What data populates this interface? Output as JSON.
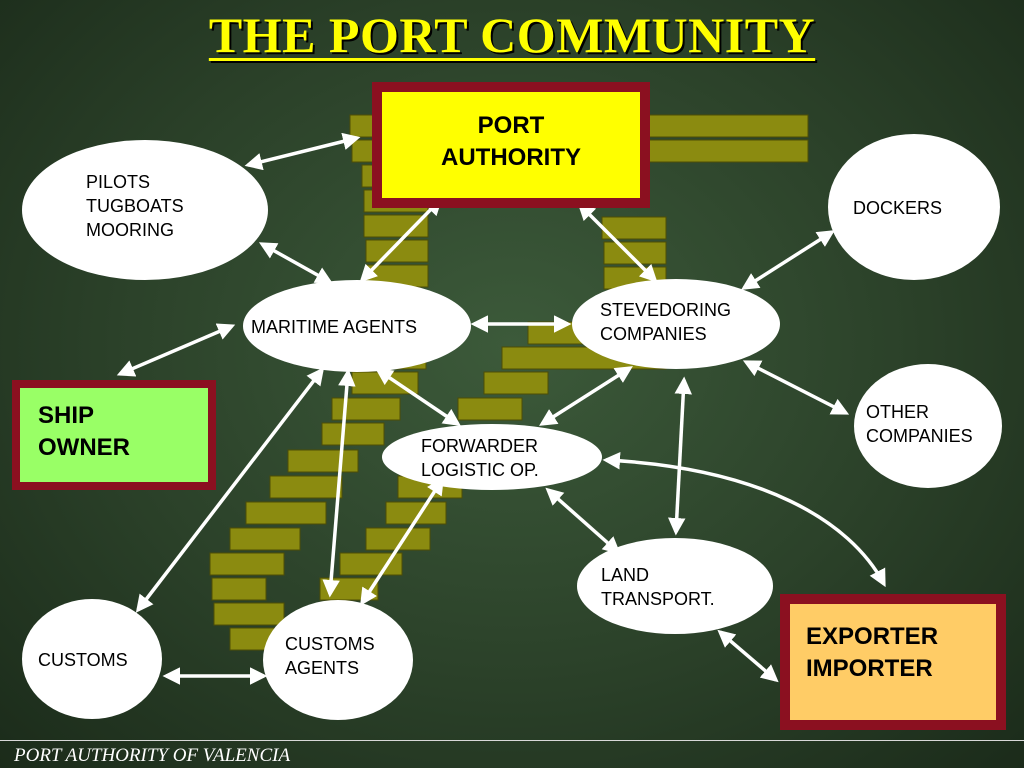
{
  "title": "THE PORT COMMUNITY",
  "footer": "PORT AUTHORITY OF VALENCIA",
  "colors": {
    "background": "#2b4129",
    "title": "#ffff00",
    "arrow": "#ffffff",
    "box_border": "#8b1020",
    "port_authority_fill": "#ffff00",
    "ship_owner_fill": "#99ff66",
    "exporter_fill": "#ffcc66",
    "steps_fill": "#8b8b10",
    "ellipse_fill": "#ffffff"
  },
  "boxes": {
    "port_authority": "PORT\nAUTHORITY",
    "ship_owner": "SHIP\nOWNER",
    "exporter_importer": "EXPORTER\nIMPORTER"
  },
  "nodes": {
    "pilots": "PILOTS\nTUGBOATS\nMOORING",
    "dockers": "DOCKERS",
    "maritime_agents": "MARITIME AGENTS",
    "stevedoring": "STEVEDORING\nCOMPANIES",
    "other_companies": "OTHER\nCOMPANIES",
    "forwarder": "FORWARDER\nLOGISTIC OP.",
    "land_transport": "LAND\nTRANSPORT.",
    "customs": "CUSTOMS",
    "customs_agents": "CUSTOMS\nAGENTS"
  }
}
